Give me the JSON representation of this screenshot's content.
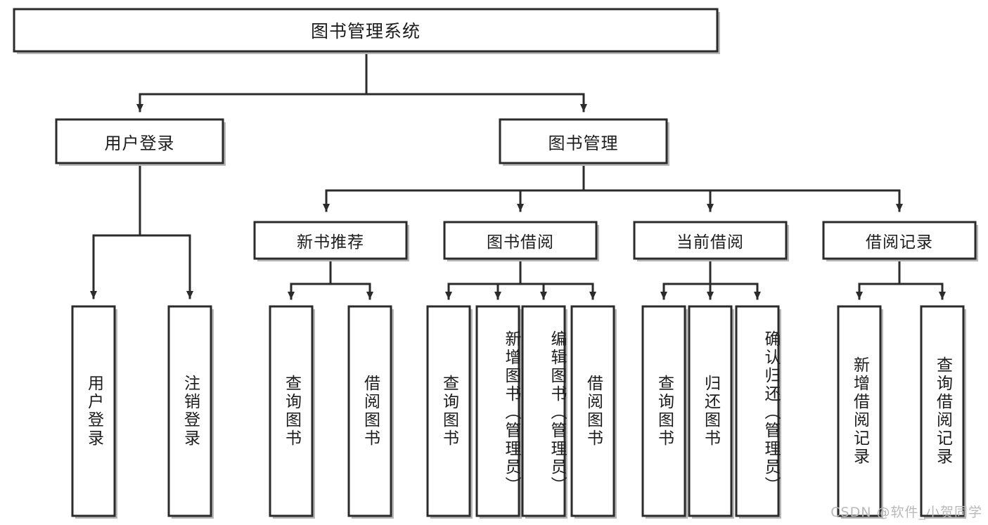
{
  "diagram": {
    "title": "图书管理系统",
    "watermark": "CSDN @软件_小贺同学",
    "colors": {
      "box_stroke": "#2b2b2b",
      "box_fill": "#ffffff",
      "connector": "#2b2b2b",
      "background": "#ffffff",
      "watermark": "#b9b9b9"
    },
    "levels": {
      "root": {
        "label": "图书管理系统"
      },
      "level2": [
        {
          "label": "用户登录"
        },
        {
          "label": "图书管理"
        }
      ],
      "level3": [
        {
          "label": "新书推荐"
        },
        {
          "label": "图书借阅"
        },
        {
          "label": "当前借阅"
        },
        {
          "label": "借阅记录"
        }
      ],
      "leaves": {
        "user_login": [
          {
            "label": "用户登录"
          },
          {
            "label": "注销登录"
          }
        ],
        "new_book_recommend": [
          {
            "label": "查询图书"
          },
          {
            "label": "借阅图书"
          }
        ],
        "book_borrow": [
          {
            "label": "查询图书"
          },
          {
            "label": "新增图书（管理员）"
          },
          {
            "label": "编辑图书（管理员）"
          },
          {
            "label": "借阅图书"
          }
        ],
        "current_borrow": [
          {
            "label": "查询图书"
          },
          {
            "label": "归还图书"
          },
          {
            "label": "确认归还（管理员）"
          }
        ],
        "borrow_record": [
          {
            "label": "新增借阅记录"
          },
          {
            "label": "查询借阅记录"
          }
        ]
      }
    }
  }
}
